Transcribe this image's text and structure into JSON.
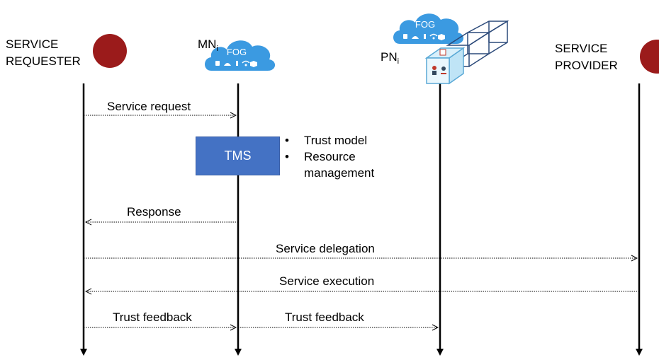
{
  "actors": {
    "requester": [
      "SERVICE",
      "REQUESTER"
    ],
    "mn": {
      "base": "MN",
      "sub": "i"
    },
    "pn": {
      "base": "PN",
      "sub": "i"
    },
    "provider": [
      "SERVICE",
      "PROVIDER"
    ]
  },
  "fog_label": "FOG",
  "tms": {
    "label": "TMS",
    "bullets": [
      "Trust model",
      "Resource",
      "management"
    ]
  },
  "messages": [
    {
      "from": "requester",
      "to": "mn",
      "label": "Service request"
    },
    {
      "from": "mn",
      "to": "requester",
      "label": "Response"
    },
    {
      "from": "requester",
      "to": "provider",
      "label": "Service delegation"
    },
    {
      "from": "provider",
      "to": "requester",
      "label": "Service execution"
    },
    {
      "from": "requester",
      "to": "mn",
      "label": "Trust feedback"
    },
    {
      "from": "mn",
      "to": "pn",
      "label": "Trust feedback"
    }
  ],
  "colors": {
    "actor_circle": "#9b1b1b",
    "tms_box": "#4472c4",
    "fog_cloud": "#3b9ae1",
    "line": "#000000"
  }
}
